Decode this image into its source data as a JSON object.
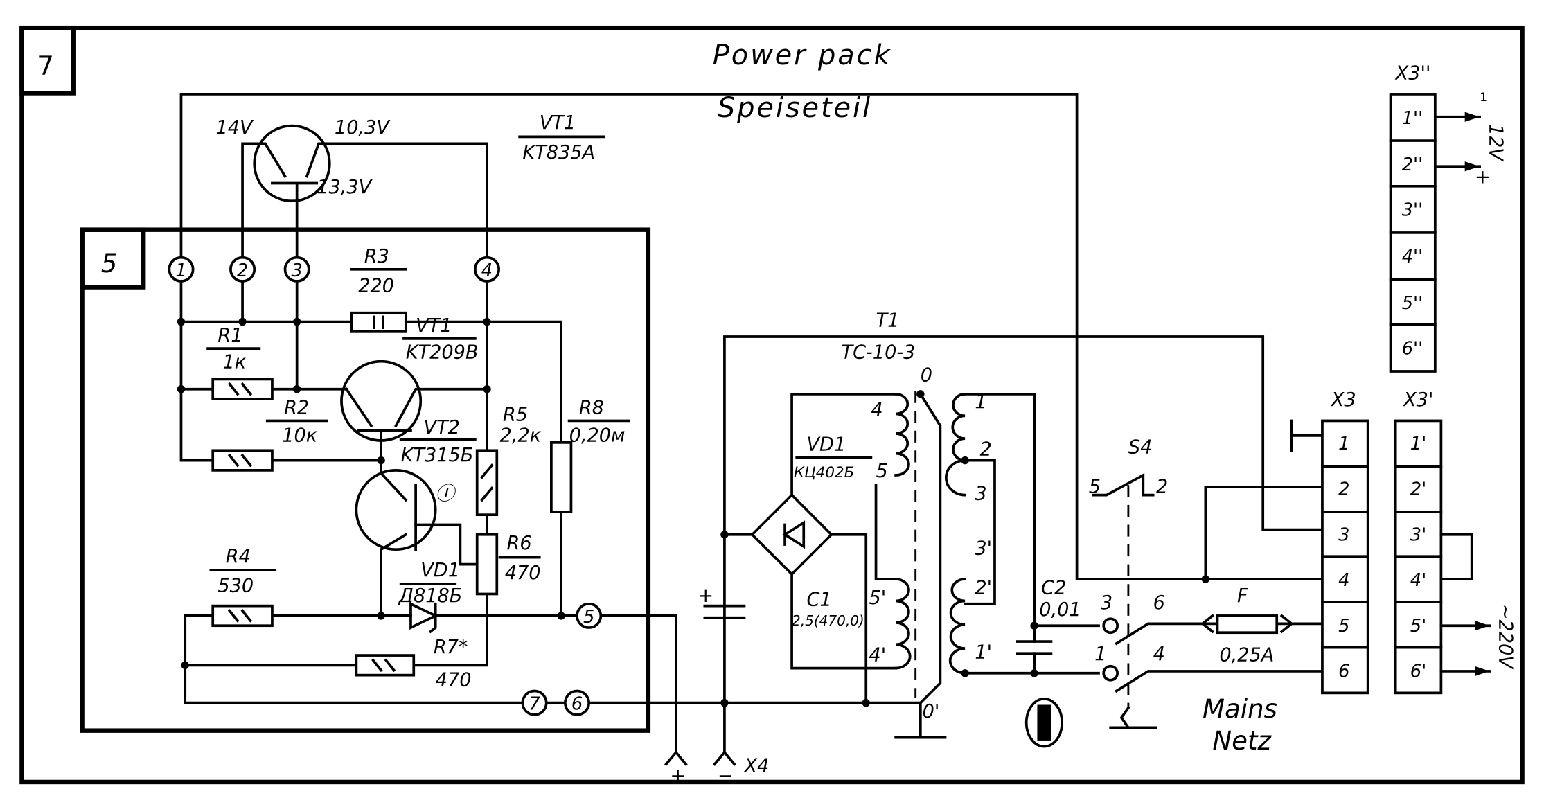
{
  "diagram": {
    "block_outer": "7",
    "block_inner": "5",
    "title_en": "Power pack",
    "title_de": "Speiseteil",
    "vt1_main": {
      "ref": "VT1",
      "type": "KT835A",
      "v_base": "14V",
      "v_emitter": "10,3V",
      "v_collector": "13,3V"
    },
    "r3": {
      "ref": "R3",
      "value": "220"
    },
    "r1": {
      "ref": "R1",
      "value": "1к"
    },
    "r2": {
      "ref": "R2",
      "value": "10к"
    },
    "vt1": {
      "ref": "VT1",
      "type": "KT209B"
    },
    "vt2": {
      "ref": "VT2",
      "type": "KT315Б"
    },
    "r5": {
      "ref": "R5",
      "value": "2,2к"
    },
    "r8": {
      "ref": "R8",
      "value": "0,20м"
    },
    "r6": {
      "ref": "R6",
      "value": "470"
    },
    "r4": {
      "ref": "R4",
      "value": "530"
    },
    "r7": {
      "ref": "R7*",
      "value": "470"
    },
    "vd1_zener": {
      "ref": "VD1",
      "type": "Д818Б"
    },
    "mark_symbol": "Ⓘ",
    "pins": [
      "1",
      "2",
      "3",
      "4",
      "5",
      "7",
      "6"
    ],
    "t1": {
      "ref": "T1",
      "type": "TC-10-3",
      "taps_left": [
        "4",
        "5",
        "5'",
        "4'"
      ],
      "taps_right": [
        "1",
        "2",
        "3",
        "3'",
        "2'",
        "1'"
      ],
      "tap_top": "0",
      "tap_bottom": "0'"
    },
    "vd1_bridge": {
      "ref": "VD1",
      "type": "КЦ402Б"
    },
    "c1": {
      "ref": "C1",
      "value": "2,5(470,0)"
    },
    "c2": {
      "ref": "C2",
      "value": "0,01"
    },
    "s4": {
      "ref": "S4",
      "contacts": [
        "5",
        "2",
        "3",
        "6",
        "1",
        "4"
      ]
    },
    "fuse": {
      "ref": "F",
      "value": "0,25A"
    },
    "x4": {
      "ref": "X4",
      "plus": "+",
      "minus": "−"
    },
    "cap_plus": "+",
    "mains_en": "Mains",
    "mains_de": "Netz",
    "x3": {
      "ref": "X3",
      "pins": [
        "1",
        "2",
        "3",
        "4",
        "5",
        "6"
      ]
    },
    "x3p": {
      "ref": "X3'",
      "pins": [
        "1'",
        "2'",
        "3'",
        "4'",
        "5'",
        "6'"
      ],
      "voltage": "~220V"
    },
    "x3pp": {
      "ref": "X3''",
      "pins": [
        "1''",
        "2''",
        "3''",
        "4''",
        "5''",
        "6''"
      ],
      "voltage": "12V",
      "plus": "+",
      "minus": "1"
    }
  }
}
